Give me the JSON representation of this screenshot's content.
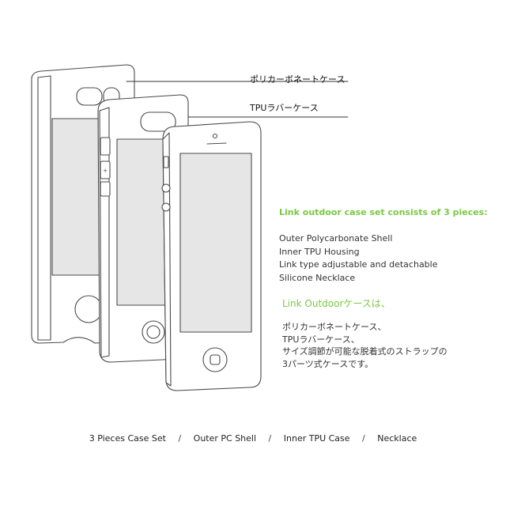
{
  "callouts": {
    "outer_shell": "ポリカーボネートケース",
    "inner_housing": "TPUラバーケース"
  },
  "description_en": {
    "heading": "Link outdoor case set consists of 3 pieces:",
    "lines": [
      "Outer Polycarbonate Shell",
      "Inner TPU Housing",
      "Link type adjustable and detachable",
      "Silicone Necklace"
    ]
  },
  "description_jp": {
    "heading": "Link Outdoorケースは、",
    "lines": [
      "ポリカーボネートケース、",
      "TPUラバーケース、",
      "サイズ調節が可能な脱着式のストラップの",
      "3パーツ式ケースです。"
    ]
  },
  "footer": {
    "items": [
      "3 Pieces Case Set",
      "Outer PC Shell",
      "Inner TPU Case",
      "Necklace"
    ],
    "separator": "/"
  },
  "colors": {
    "accent_green": "#7ac943",
    "line_art": "#4a4a4a",
    "screen_gray": "#e6e6e6"
  }
}
